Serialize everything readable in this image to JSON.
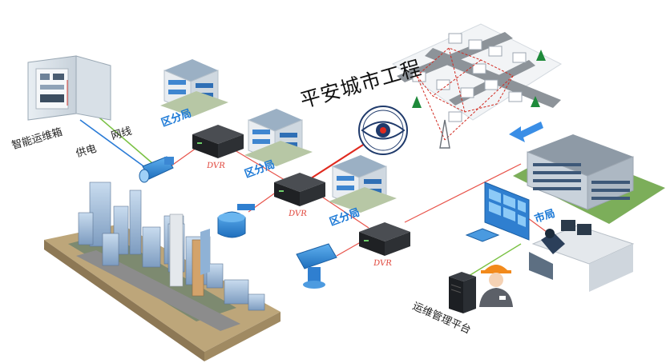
{
  "title": "平安城市工程",
  "cabinet_label": "智能运维箱",
  "network_label": "网线",
  "power_label": "供电",
  "district_bureau_labels": [
    "区分局",
    "区分局",
    "区分局"
  ],
  "dvr_labels": [
    "DVR",
    "DVR",
    "DVR"
  ],
  "city_bureau_label": "市局",
  "platform_label": "运维管理平台",
  "colors": {
    "network_line": "#7ac143",
    "power_line": "#2a7bd6",
    "video_link": "#e8534a",
    "label_blue": "#1a78d6",
    "arrow_blue": "#3a8ee6"
  }
}
